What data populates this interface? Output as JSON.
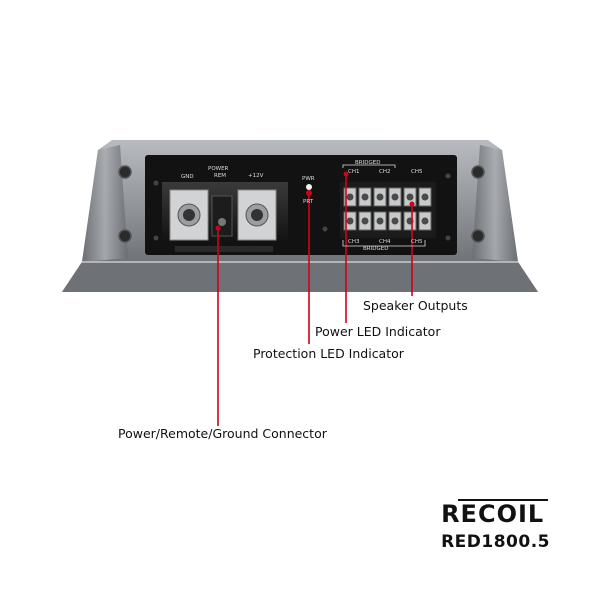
{
  "panel": {
    "terminal_labels": {
      "gnd": "GND",
      "power": "POWER",
      "rem": "REM",
      "plus12": "+12V",
      "pwr": "PWR",
      "prt": "PRT",
      "bridged_top": "BRIDGED",
      "bridged_bottom": "BRIDGED",
      "ch_top": [
        "CH1",
        "CH2",
        "CH5"
      ],
      "ch_bottom": [
        "CH3",
        "CH4",
        "CH5"
      ]
    }
  },
  "callouts": {
    "speaker_outputs": "Speaker Outputs",
    "power_led": "Power LED Indicator",
    "protection_led": "Protection LED Indicator",
    "power_connector": "Power/Remote/Ground Connector"
  },
  "brand": {
    "name": "RECOIL",
    "model": "RED1800.5"
  },
  "colors": {
    "leader_line": "#d0021b",
    "housing": "#8a8d92",
    "panel": "#111111"
  }
}
